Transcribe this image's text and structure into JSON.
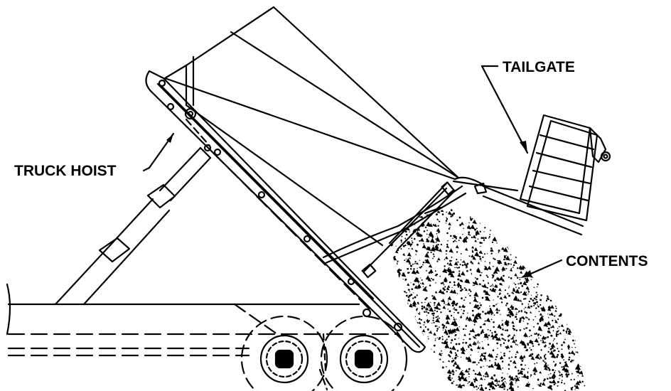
{
  "labels": {
    "tailgate": "TAILGATE",
    "truck_hoist": "TRUCK HOIST",
    "contents": "CONTENTS"
  },
  "colors": {
    "ink": "#000000",
    "paper": "#ffffff"
  }
}
